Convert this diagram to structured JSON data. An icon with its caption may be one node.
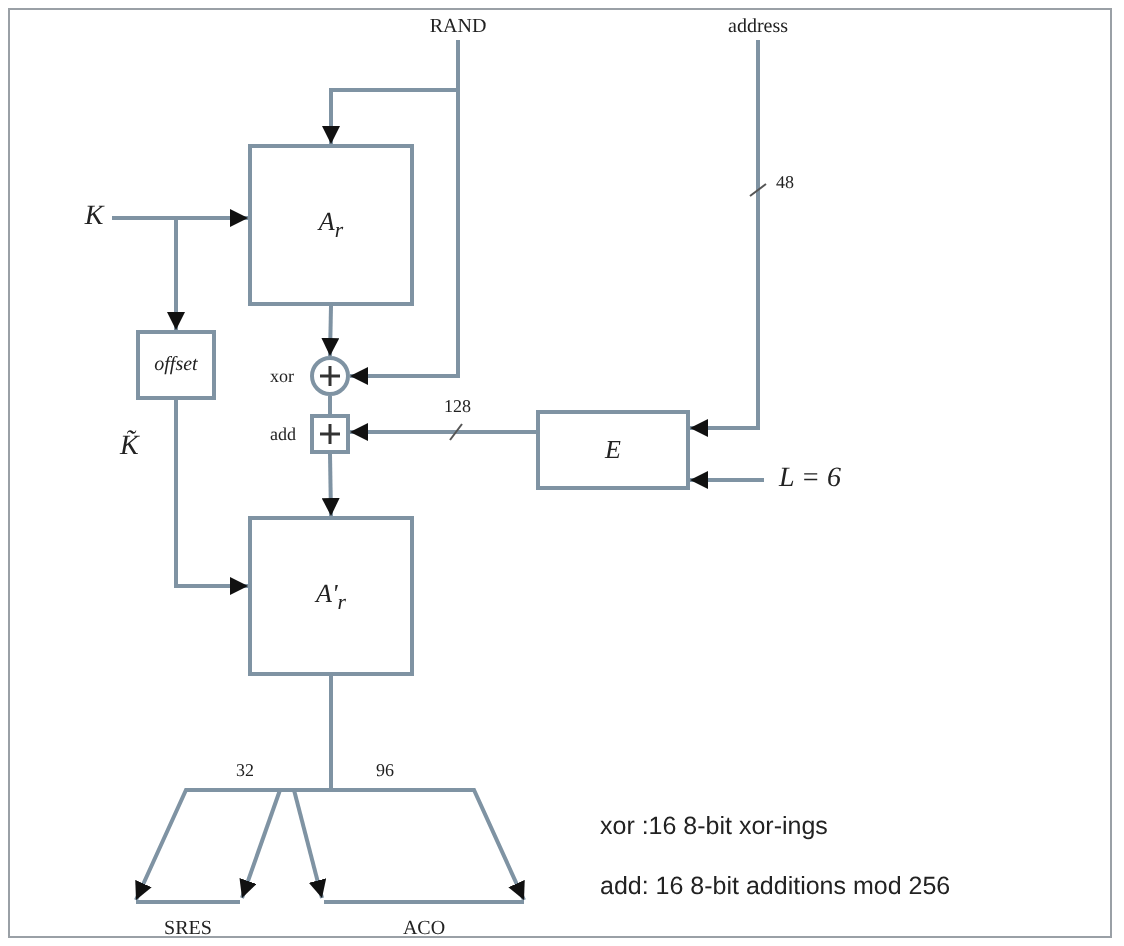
{
  "diagram": {
    "nodes": [
      {
        "text": [
          "RAND"
        ]
      },
      {
        "text": [
          "address"
        ]
      },
      {
        "text": [
          "K"
        ]
      },
      {
        "text": [
          "A$_{r}$"
        ]
      },
      {
        "text": [],
        "shape": "circle",
        "beside": [
          "xor"
        ]
      },
      {
        "text": [],
        "shape": "box",
        "beside": [
          "add"
        ]
      },
      {
        "text": [
          "offset"
        ]
      },
      {
        "text": [
          "E"
        ]
      },
      {
        "text": [
          "L = 6"
        ]
      },
      {
        "text": [
          "A'$_{r}$"
        ]
      },
      {
        "text": [
          "SRES"
        ]
      },
      {
        "text": [
          "ACO"
        ]
      }
    ],
    "edges": [
      {
        "from": 0,
        "to": 4,
        "arrow": "to"
      },
      {
        "from": 0,
        "to": 3,
        "arrow": "to"
      },
      {
        "from": 2,
        "to": 3,
        "arrow": "to"
      },
      {
        "from": 2,
        "to": 6,
        "arrow": "to"
      },
      {
        "from": 3,
        "to": 4,
        "arrow": "to"
      },
      {
        "from": 4,
        "to": 5,
        "arrow": "none"
      },
      {
        "from": 7,
        "to": 5,
        "arrow": "to",
        "label": "128"
      },
      {
        "from": 1,
        "to": 7,
        "arrow": "to",
        "label": "48"
      },
      {
        "from": 8,
        "to": 7,
        "arrow": "to"
      },
      {
        "from": 6,
        "to": 9,
        "arrow": "to"
      },
      {
        "from": 5,
        "to": 9,
        "arrow": "to"
      },
      {
        "from": 9,
        "to": 10,
        "arrow": "to",
        "label": "32"
      },
      {
        "from": 9,
        "to": 11,
        "arrow": "to",
        "label": "96"
      }
    ],
    "labels": [
      "K̃",
      "xor :16 8-bit xor-ings",
      "add: 16 8-bit additions mod 256"
    ]
  }
}
